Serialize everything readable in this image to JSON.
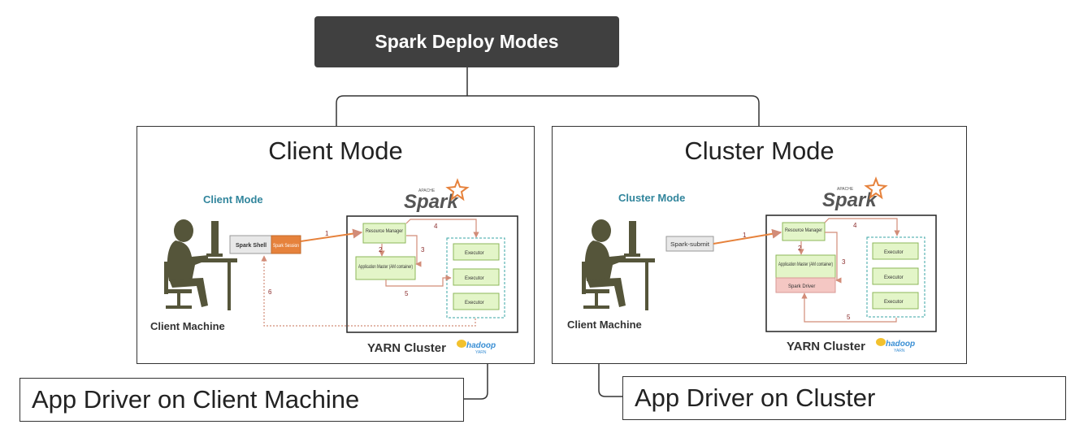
{
  "root": {
    "label": "Spark Deploy Modes"
  },
  "client_panel": {
    "title": "Client Mode",
    "diagram_title": "Client Mode",
    "machine_label": "Client Machine",
    "shell_label": "Spark Shell",
    "session_label": "Spark Session",
    "resource_manager": "Resource Manager",
    "app_master": "Application Master (AM container)",
    "executors": [
      "Executor",
      "Executor",
      "Executor"
    ],
    "cluster_label": "YARN Cluster",
    "arrows": [
      "1",
      "2",
      "3",
      "4",
      "5",
      "6"
    ]
  },
  "cluster_panel": {
    "title": "Cluster Mode",
    "diagram_title": "Cluster Mode",
    "machine_label": "Client Machine",
    "submit_label": "Spark-submit",
    "resource_manager": "Resource Manager",
    "app_master": "Application Master (AM container)",
    "driver_label": "Spark Driver",
    "executors": [
      "Executor",
      "Executor",
      "Executor"
    ],
    "cluster_label": "YARN Cluster",
    "arrows": [
      "1",
      "2",
      "3",
      "4",
      "5"
    ]
  },
  "spark_logo": {
    "small": "APACHE",
    "big": "Spark"
  },
  "hadoop_logo": {
    "big": "hadoop",
    "small": "YARN"
  },
  "leaves": {
    "client": "App Driver on Client Machine",
    "cluster": "App Driver on Cluster"
  },
  "colors": {
    "root_bg": "#404040",
    "mode_title": "#31859c",
    "green_box": "#e3f5c8",
    "green_border": "#8cb75a",
    "orange": "#e6823c",
    "arrow_pink": "#d28c78",
    "dotted": "#3aa6a6",
    "driver_pink": "#f4c7c3",
    "figure": "#55553a"
  }
}
